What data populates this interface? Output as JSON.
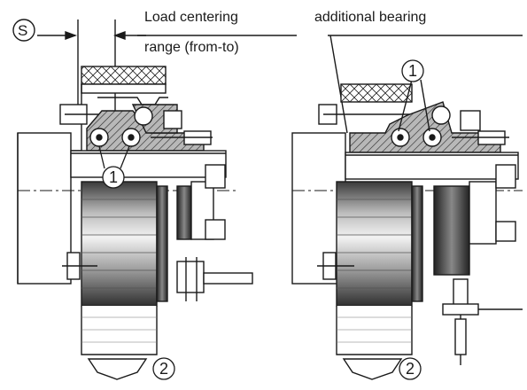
{
  "labels": {
    "s_marker": "S",
    "load_centering_line1": "Load centering",
    "load_centering_line2": "range (from-to)",
    "additional_bearing": "additional bearing",
    "callout_1": "1",
    "callout_2": "2"
  },
  "colors": {
    "ink": "#1a1a1a",
    "hatch_fill": "#9a9a9a",
    "roller_dark": "#4a4a4a",
    "roller_light": "#e8e8e8"
  }
}
